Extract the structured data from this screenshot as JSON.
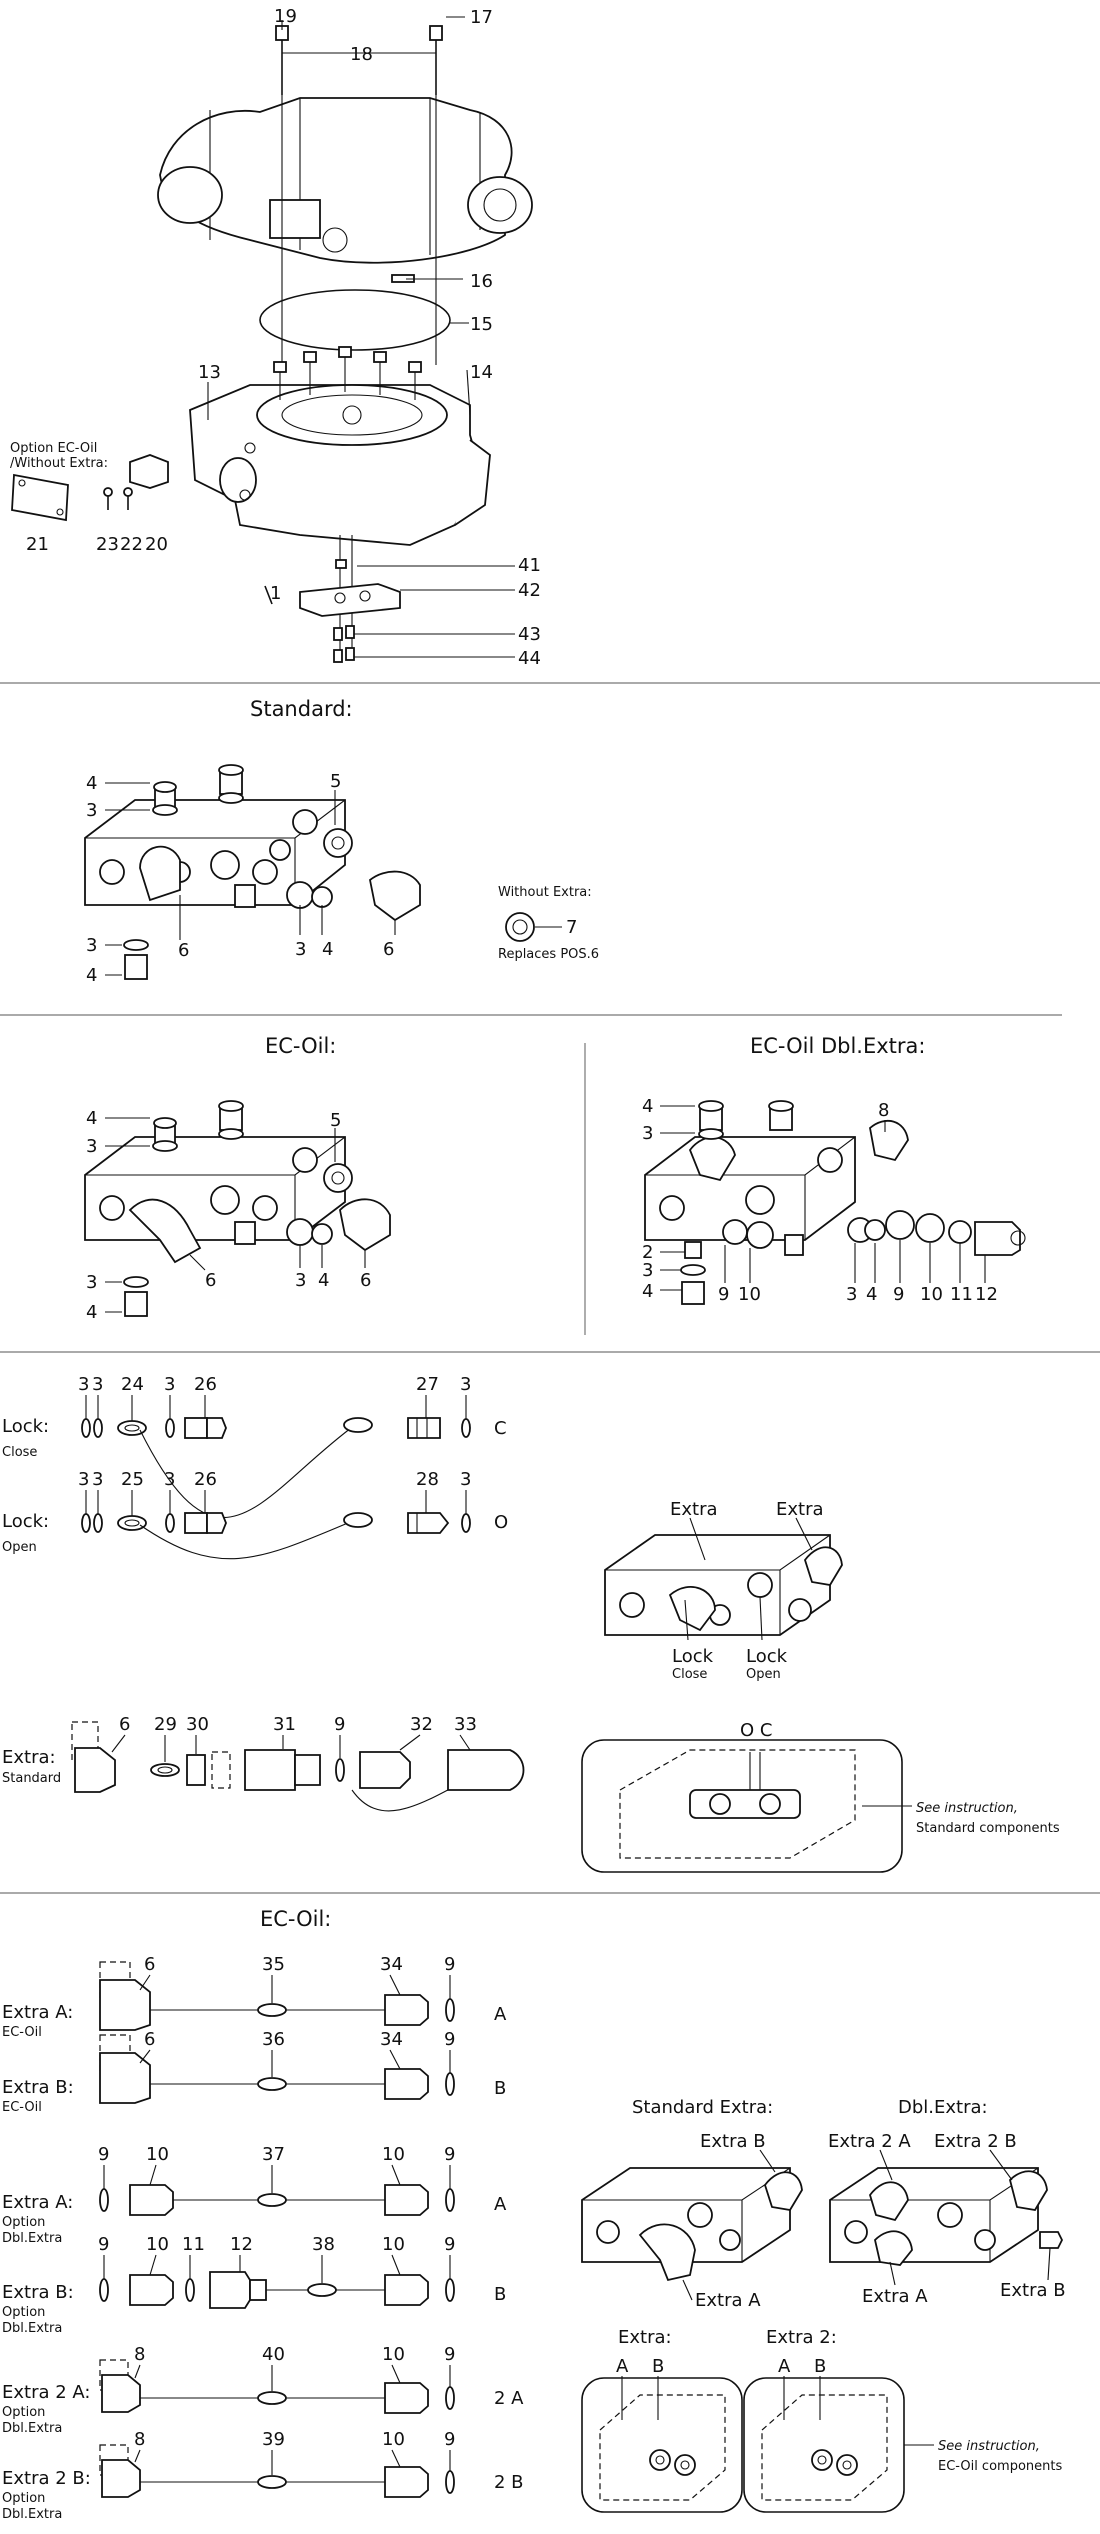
{
  "callouts": {
    "n1": "1",
    "n2": "2",
    "n3": "3",
    "n4": "4",
    "n5": "5",
    "n6": "6",
    "n7": "7",
    "n8": "8",
    "n9": "9",
    "n10": "10",
    "n11": "11",
    "n12": "12",
    "n13": "13",
    "n14": "14",
    "n15": "15",
    "n16": "16",
    "n17": "17",
    "n18": "18",
    "n19": "19",
    "n20": "20",
    "n21": "21",
    "n22": "22",
    "n23": "23",
    "n24": "24",
    "n25": "25",
    "n26": "26",
    "n27": "27",
    "n28": "28",
    "n29": "29",
    "n30": "30",
    "n31": "31",
    "n32": "32",
    "n33": "33",
    "n34": "34",
    "n35": "35",
    "n36": "36",
    "n37": "37",
    "n38": "38",
    "n39": "39",
    "n40": "40",
    "n41": "41",
    "n42": "42",
    "n43": "43",
    "n44": "44"
  },
  "top": {
    "option_label_1": "Option EC-Oil",
    "option_label_2": "/Without Extra:"
  },
  "standard": {
    "title": "Standard:",
    "without_extra": "Without Extra:",
    "replaces": "Replaces POS.6"
  },
  "ec_oil": {
    "title": "EC-Oil:"
  },
  "ec_oil_dbl": {
    "title": "EC-Oil Dbl.Extra:"
  },
  "locks": {
    "lock": "Lock:",
    "close": "Close",
    "open": "Open",
    "code_close": "C",
    "code_open": "O",
    "extra": "Extra",
    "lock_word": "Lock",
    "extra_label": "Extra:",
    "standard": "Standard",
    "oc_label": "O C",
    "see_instruction": "See instruction,",
    "standard_components": "Standard components"
  },
  "ec_oil_lower": {
    "title": "EC-Oil:",
    "row_labels": [
      "Extra A:",
      "Extra B:",
      "Extra A:",
      "Extra B:",
      "Extra 2 A:",
      "Extra 2 B:"
    ],
    "row_subs": [
      "EC-Oil",
      "EC-Oil",
      "Option",
      "Option",
      "Option",
      "Option"
    ],
    "row_subs2": [
      "",
      "",
      "Dbl.Extra",
      "Dbl.Extra",
      "Dbl.Extra",
      "Dbl.Extra"
    ],
    "row_codes": [
      "A",
      "B",
      "A",
      "B",
      "2 A",
      "2 B"
    ],
    "standard_extra": "Standard Extra:",
    "dbl_extra": "Dbl.Extra:",
    "extra_a": "Extra A",
    "extra_b": "Extra B",
    "extra_2a": "Extra 2 A",
    "extra_2b": "Extra 2 B",
    "extra_heading": "Extra:",
    "extra2_heading": "Extra 2:",
    "letter_a": "A",
    "letter_b": "B",
    "see_instruction": "See instruction,",
    "ec_oil_components": "EC-Oil components"
  }
}
